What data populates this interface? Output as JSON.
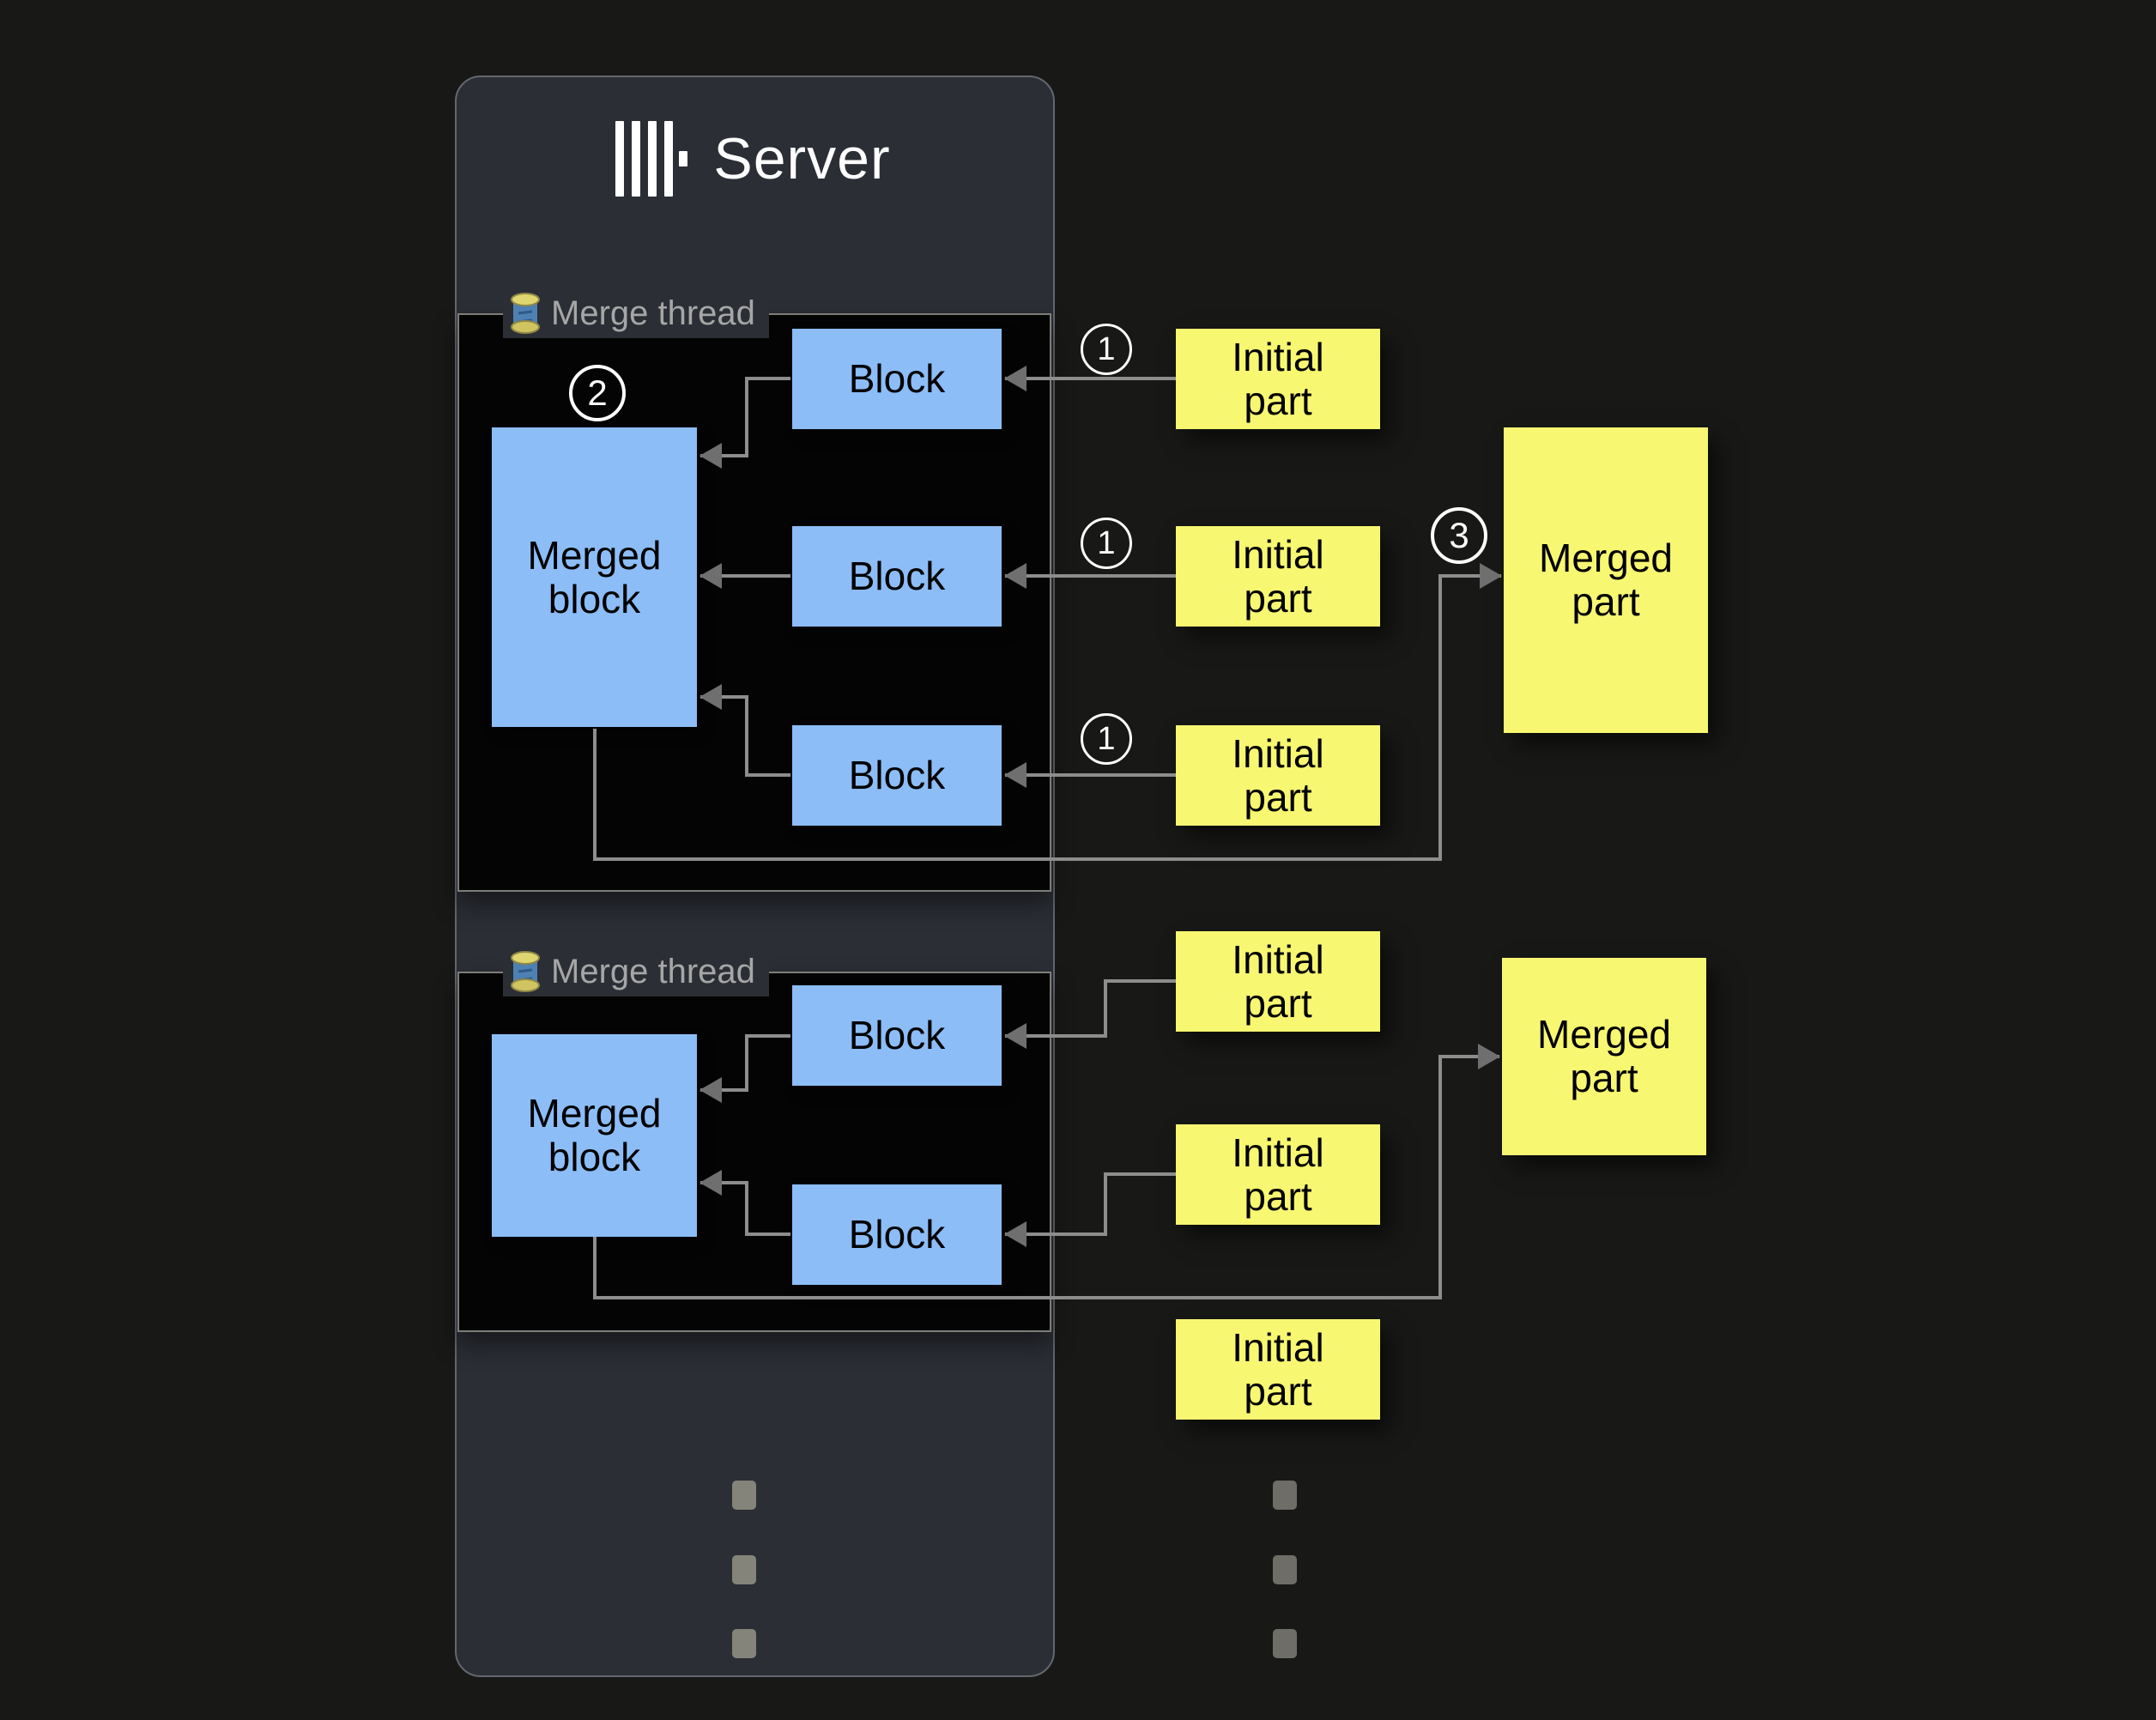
{
  "server": {
    "title": "Server"
  },
  "threads": [
    {
      "label": "Merge thread",
      "merged_block_label": "Merged block",
      "blocks": [
        "Block",
        "Block",
        "Block"
      ]
    },
    {
      "label": "Merge thread",
      "merged_block_label": "Merged block",
      "blocks": [
        "Block",
        "Block"
      ]
    }
  ],
  "parts": {
    "initial": [
      [
        "Initial part",
        "Initial part",
        "Initial part"
      ],
      [
        "Initial part",
        "Initial part",
        "Initial part"
      ]
    ],
    "merged": [
      "Merged part",
      "Merged part"
    ]
  },
  "badges": {
    "step1": "1",
    "step2": "2",
    "step3": "3"
  },
  "colors": {
    "bg": "#181817",
    "panel": "#2b2e35",
    "panel-border": "#63676e",
    "box": "#040404",
    "box-border": "#7e7e78",
    "blue": "#8cbdf7",
    "yellow": "#f7f772",
    "line": "#8d8d8d",
    "arrow": "#6f6f6f",
    "legend": "#a6a6a6",
    "white": "#ffffff"
  }
}
